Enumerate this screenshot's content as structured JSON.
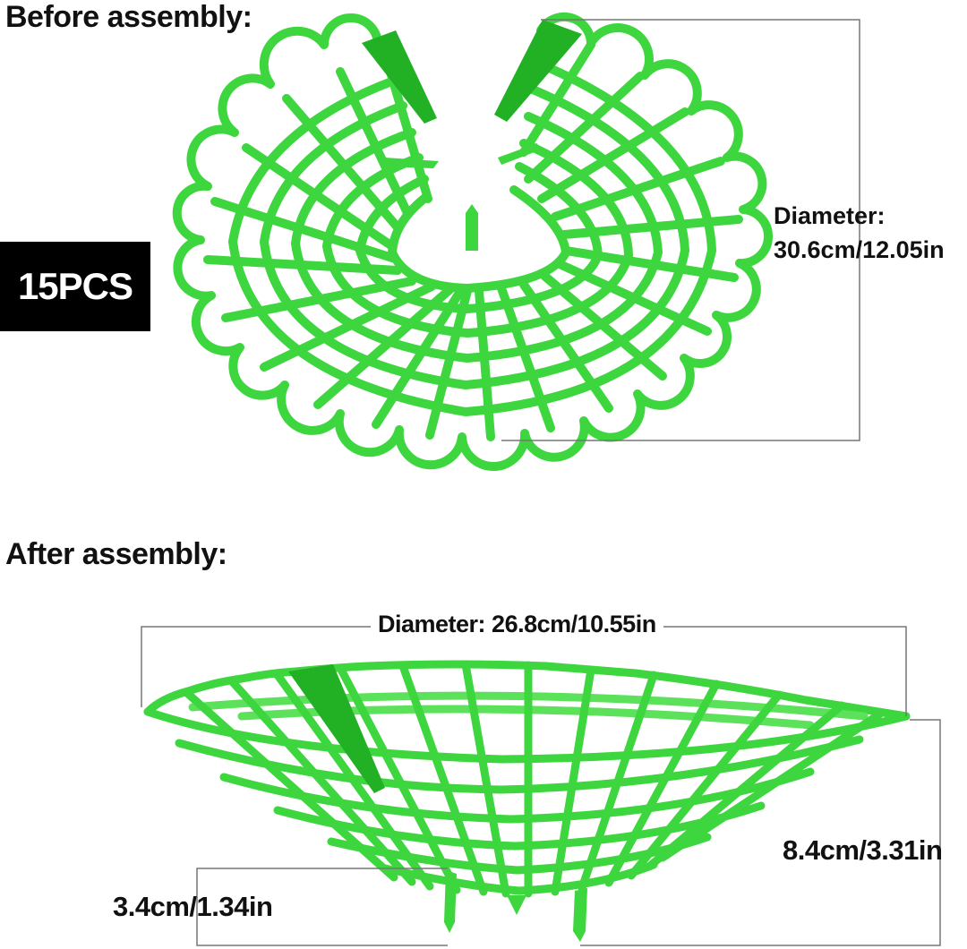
{
  "before": {
    "title": "Before assembly:",
    "badge": "15PCS",
    "diameter_line1": "Diameter:",
    "diameter_line2": "30.6cm/12.05in"
  },
  "after": {
    "title": "After assembly:",
    "diameter": "Diameter: 26.8cm/10.55in",
    "height": "8.4cm/3.31in",
    "leg_height": "3.4cm/1.34in"
  },
  "colors": {
    "plastic_green": "#3ed63e",
    "plastic_dark": "#22b024",
    "dimension_line": "#777777",
    "badge_bg": "#000000",
    "badge_text": "#ffffff"
  }
}
